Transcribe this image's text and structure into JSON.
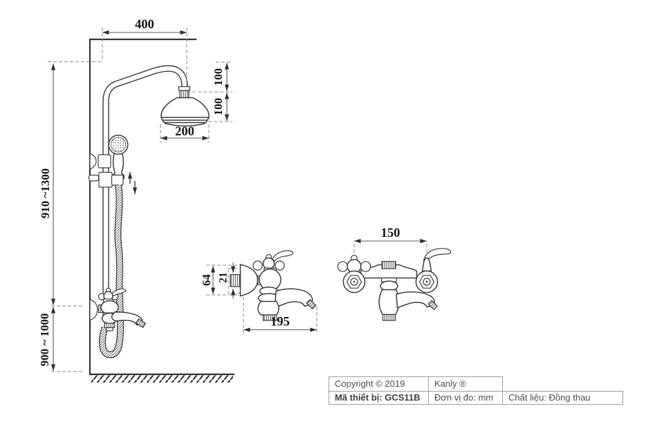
{
  "dimensions": {
    "arm_reach": "400",
    "head_drop": "100",
    "head_height": "100",
    "head_diameter": "200",
    "column_height_range": "910 ~1300",
    "mixer_height_range": "900 ~ 1000",
    "escutcheon_diameter": "64",
    "inlet_stub_diameter": "21",
    "spout_reach": "195",
    "inlet_center_distance": "150"
  },
  "spec_table": {
    "copyright": "Copyright © 2019",
    "brand": "Kanly ®",
    "model": "Mã thiết bị: GCS11B",
    "unit": "Đơn vị đo: mm",
    "material": "Chất liệu: Đồng thau"
  }
}
